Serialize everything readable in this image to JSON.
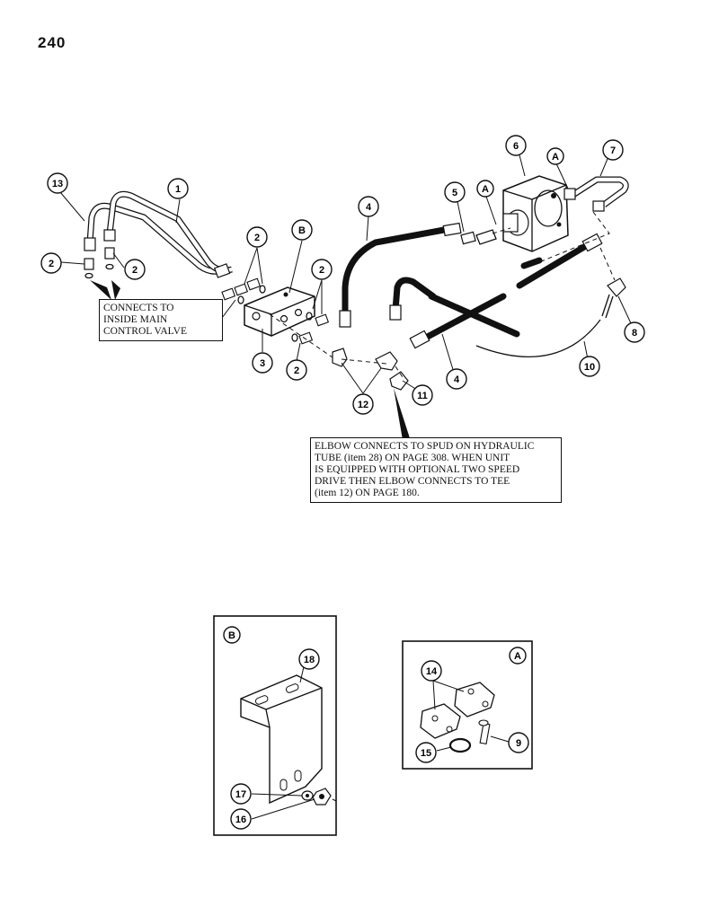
{
  "page": {
    "number": "240"
  },
  "notes": {
    "inside_valve": [
      "CONNECTS TO",
      "INSIDE MAIN",
      "CONTROL VALVE"
    ],
    "elbow": [
      "ELBOW CONNECTS TO SPUD ON HYDRAULIC",
      "TUBE (item 28) ON PAGE 308. WHEN UNIT",
      "IS EQUIPPED WITH OPTIONAL TWO SPEED",
      "DRIVE THEN ELBOW CONNECTS TO TEE",
      "(item 12) ON PAGE 180."
    ]
  },
  "callouts": {
    "c1": "1",
    "c2": "2",
    "c3": "3",
    "c4": "4",
    "c5": "5",
    "c6": "6",
    "c7": "7",
    "c8": "8",
    "c9": "9",
    "c10": "10",
    "c11": "11",
    "c12": "12",
    "c13": "13",
    "c14": "14",
    "c15": "15",
    "c16": "16",
    "c17": "17",
    "c18": "18",
    "detail_a": "A",
    "detail_b": "B"
  }
}
